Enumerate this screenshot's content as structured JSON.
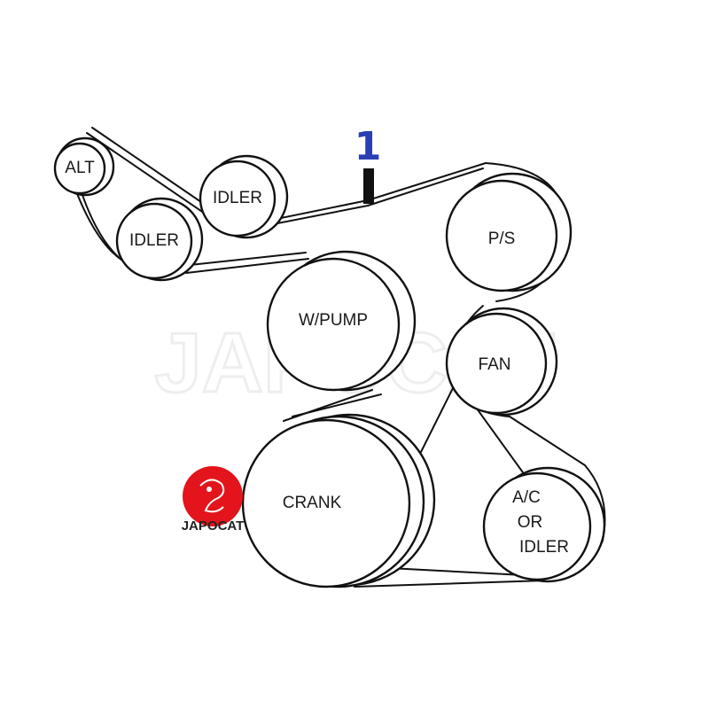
{
  "diagram": {
    "callout": "1",
    "watermark": "JAPOCAT",
    "logo_text": "JAPOCAT",
    "colors": {
      "line": "#111111",
      "callout": "#2b3fb4",
      "logo": "#e3141b",
      "watermark": "#eeeeee"
    },
    "pulleys": {
      "alt": "ALT",
      "idler_top": "IDLER",
      "idler_left": "IDLER",
      "ps": "P/S",
      "wpump": "W/PUMP",
      "fan": "FAN",
      "crank": "CRANK",
      "ac_line1": "A/C",
      "ac_line2": "OR",
      "ac_line3": "IDLER"
    }
  }
}
